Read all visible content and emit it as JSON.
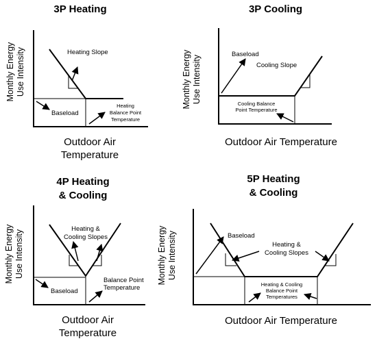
{
  "panels": {
    "heating_3p": {
      "title": "3P Heating",
      "ylabel_line1": "Monthly Energy",
      "ylabel_line2": "Use Intensity",
      "xlabel_line1": "Outdoor Air",
      "xlabel_line2": "Temperature",
      "slope_label": "Heating Slope",
      "baseload_label": "Baseload",
      "balance_line1": "Heating",
      "balance_line2": "Balance Point",
      "balance_line3": "Temperature"
    },
    "cooling_3p": {
      "title": "3P Cooling",
      "ylabel_line1": "Monthly Energy",
      "ylabel_line2": "Use Intensity",
      "xlabel": "Outdoor Air Temperature",
      "baseload_label": "Baseload",
      "slope_label": "Cooling Slope",
      "balance_line1": "Cooling Balance",
      "balance_line2": "Point Temperature"
    },
    "heat_cool_4p": {
      "title_line1": "4P Heating",
      "title_line2": "& Cooling",
      "ylabel_line1": "Monthly Energy",
      "ylabel_line2": "Use Intensity",
      "xlabel_line1": "Outdoor Air",
      "xlabel_line2": "Temperature",
      "slopes_line1": "Heating &",
      "slopes_line2": "Cooling Slopes",
      "baseload_label": "Baseload",
      "balance_line1": "Balance Point",
      "balance_line2": "Temperature"
    },
    "heat_cool_5p": {
      "title_line1": "5P Heating",
      "title_line2": "& Cooling",
      "ylabel_line1": "Monthly Energy",
      "ylabel_line2": "Use Intensity",
      "xlabel": "Outdoor Air Temperature",
      "baseload_label": "Baseload",
      "slopes_line1": "Heating &",
      "slopes_line2": "Cooling Slopes",
      "balance_line1": "Heating & Cooling",
      "balance_line2": "Balance Point",
      "balance_line3": "Temperatures"
    }
  }
}
